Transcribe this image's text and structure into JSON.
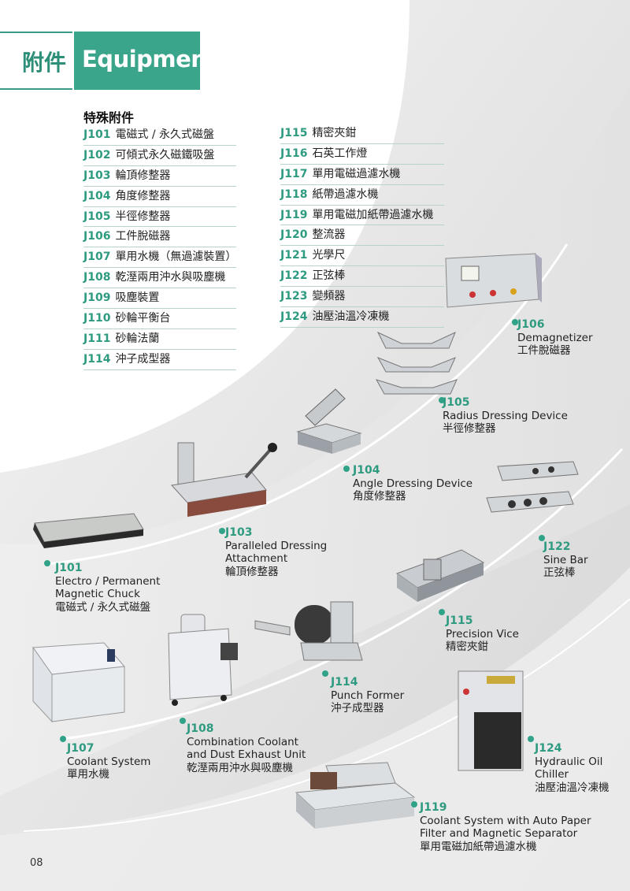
{
  "header": {
    "title_zh": "附件",
    "title_en": "Equipment"
  },
  "list": {
    "title": "特殊附件",
    "col1": [
      {
        "code": "J101",
        "name": "電磁式 / 永久式磁盤"
      },
      {
        "code": "J102",
        "name": "可傾式永久磁鐵吸盤"
      },
      {
        "code": "J103",
        "name": "輪頂修整器"
      },
      {
        "code": "J104",
        "name": "角度修整器"
      },
      {
        "code": "J105",
        "name": "半徑修整器"
      },
      {
        "code": "J106",
        "name": "工件脫磁器"
      },
      {
        "code": "J107",
        "name": "單用水機（無過濾裝置）"
      },
      {
        "code": "J108",
        "name": "乾溼兩用沖水與吸塵機"
      },
      {
        "code": "J109",
        "name": "吸塵裝置"
      },
      {
        "code": "J110",
        "name": "砂輪平衡台"
      },
      {
        "code": "J111",
        "name": "砂輪法蘭"
      },
      {
        "code": "J114",
        "name": "沖子成型器"
      }
    ],
    "col2": [
      {
        "code": "J115",
        "name": "精密夾鉗"
      },
      {
        "code": "J116",
        "name": "石英工作燈"
      },
      {
        "code": "J117",
        "name": "單用電磁過濾水機"
      },
      {
        "code": "J118",
        "name": "紙帶過濾水機"
      },
      {
        "code": "J119",
        "name": "單用電磁加紙帶過濾水機"
      },
      {
        "code": "J120",
        "name": "整流器"
      },
      {
        "code": "J121",
        "name": "光學尺"
      },
      {
        "code": "J122",
        "name": "正弦棒"
      },
      {
        "code": "J123",
        "name": "變頻器"
      },
      {
        "code": "J124",
        "name": "油壓油溫冷凍機"
      }
    ]
  },
  "labels": {
    "j106": {
      "code": "J106",
      "lines": [
        "Demagnetizer",
        "工件脫磁器"
      ]
    },
    "j105": {
      "code": "J105",
      "lines": [
        "Radius Dressing Device",
        "半徑修整器"
      ]
    },
    "j104": {
      "code": "J104",
      "lines": [
        "Angle Dressing Device",
        "角度修整器"
      ]
    },
    "j103": {
      "code": "J103",
      "lines": [
        "Paralleled Dressing",
        "Attachment",
        "輪頂修整器"
      ]
    },
    "j101": {
      "code": "J101",
      "lines": [
        "Electro / Permanent",
        "Magnetic Chuck",
        "電磁式 / 永久式磁盤"
      ]
    },
    "j122": {
      "code": "J122",
      "lines": [
        "Sine Bar",
        "正弦棒"
      ]
    },
    "j115": {
      "code": "J115",
      "lines": [
        "Precision Vice",
        "精密夾鉗"
      ]
    },
    "j114": {
      "code": "J114",
      "lines": [
        "Punch Former",
        "沖子成型器"
      ]
    },
    "j108": {
      "code": "J108",
      "lines": [
        "Combination Coolant",
        "and Dust Exhaust Unit",
        "乾溼兩用沖水與吸塵機"
      ]
    },
    "j107": {
      "code": "J107",
      "lines": [
        "Coolant System",
        "單用水機"
      ]
    },
    "j124": {
      "code": "J124",
      "lines": [
        "Hydraulic Oil",
        "Chiller",
        "油壓油溫冷凍機"
      ]
    },
    "j119": {
      "code": "J119",
      "lines": [
        "Coolant System with Auto Paper",
        "Filter and Magnetic Separator",
        "單用電磁加紙帶過濾水機"
      ]
    }
  },
  "page_number": "08",
  "colors": {
    "accent": "#3aa58b",
    "code": "#2e9b80",
    "rule": "#b8d3cc"
  }
}
